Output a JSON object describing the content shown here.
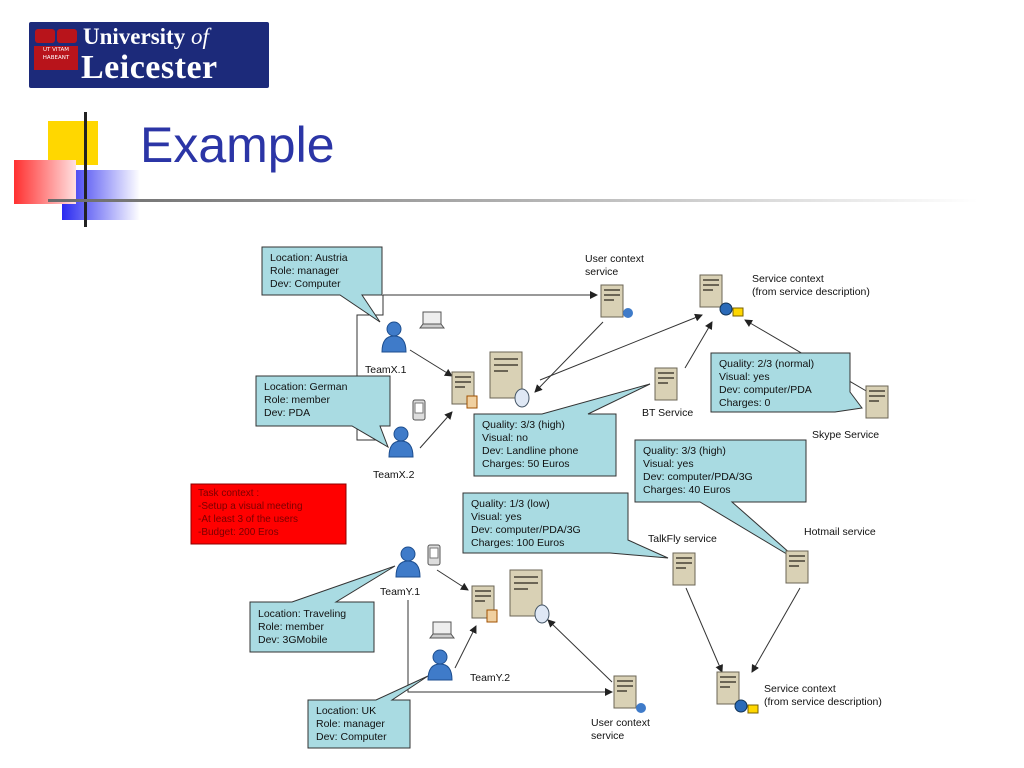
{
  "logo": {
    "university": "University",
    "of": "of",
    "leicester": "Leicester",
    "motto_line1": "UT VITAM",
    "motto_line2": "HABEANT"
  },
  "slide": {
    "title": "Example"
  },
  "diagram": {
    "callouts": {
      "austria": [
        "Location: Austria",
        "Role: manager",
        "Dev: Computer"
      ],
      "german": [
        "Location: German",
        "Role: member",
        "Dev: PDA"
      ],
      "landline": [
        "Quality: 3/3 (high)",
        "Visual: no",
        "Dev: Landline phone",
        "Charges: 50 Euros"
      ],
      "skype": [
        "Quality: 2/3 (normal)",
        "Visual: yes",
        "Dev: computer/PDA",
        "Charges: 0"
      ],
      "hotmail": [
        "Quality: 3/3 (high)",
        "Visual: yes",
        "Dev: computer/PDA/3G",
        "Charges: 40 Euros"
      ],
      "talkfly": [
        "Quality: 1/3 (low)",
        "Visual: yes",
        "Dev: computer/PDA/3G",
        "Charges: 100 Euros"
      ],
      "traveling": [
        "Location: Traveling",
        "Role: member",
        "Dev: 3GMobile"
      ],
      "uk": [
        "Location: UK",
        "Role: manager",
        "Dev: Computer"
      ]
    },
    "task_context": [
      "Task context :",
      "-Setup a visual meeting",
      "-At least 3 of the users",
      "-Budget: 200 Eros"
    ],
    "labels": {
      "user_context_top": [
        "User context",
        "service"
      ],
      "service_context_top": [
        "Service context",
        "(from service description)"
      ],
      "teamx1": "TeamX.1",
      "teamx2": "TeamX.2",
      "bt_service": "BT Service",
      "skype_service": "Skype Service",
      "talkfly_service": "TalkFly service",
      "hotmail_service": "Hotmail service",
      "teamy1": "TeamY.1",
      "teamy2": "TeamY.2",
      "service_context_bottom": [
        "Service context",
        "(from service description)"
      ],
      "user_context_bottom": [
        "User context",
        "service"
      ]
    },
    "colors": {
      "callout_fill": "#a9dbe2",
      "task_fill": "#ff0000",
      "person": "#3f7bc9",
      "server": "#d9d1b5"
    }
  }
}
